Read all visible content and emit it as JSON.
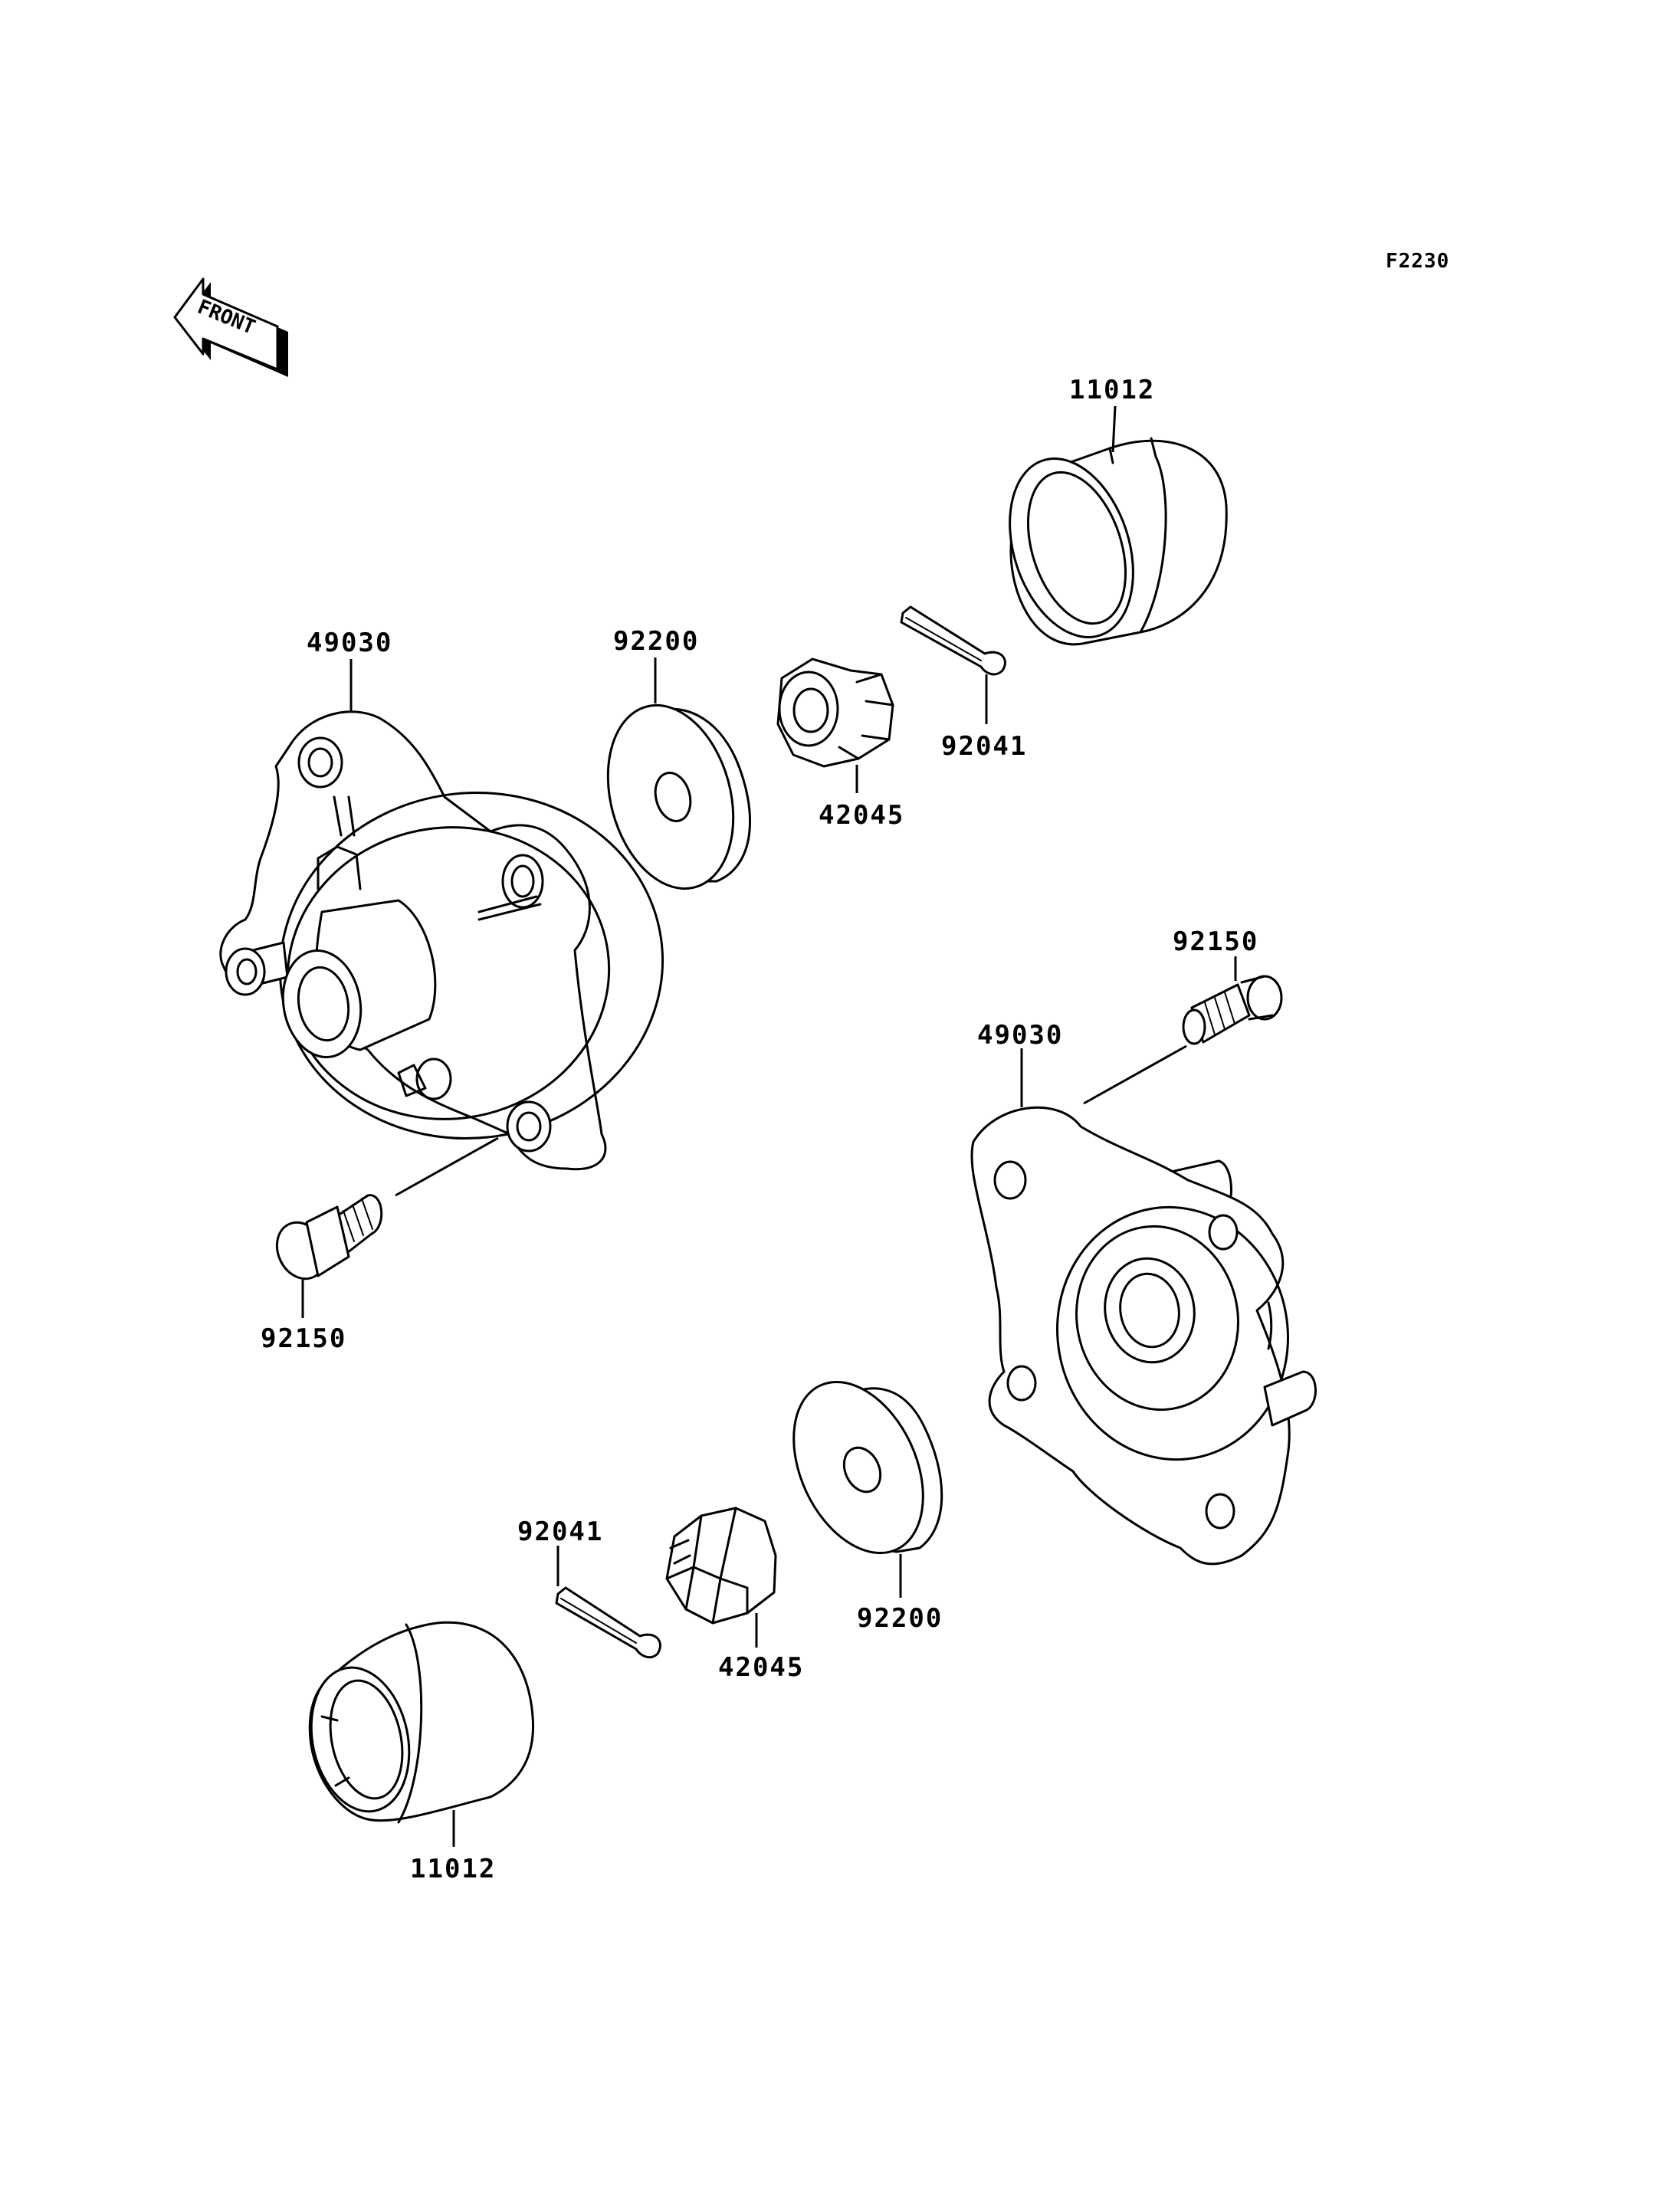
{
  "figure_id": "F2230",
  "front_indicator": {
    "text": "FRONT"
  },
  "labels": {
    "cap_top": "11012",
    "hub_left": "49030",
    "washer_top": "92200",
    "nut_top": "42045",
    "pin_top": "92041",
    "bolt_right": "92150",
    "hub_right": "49030",
    "bolt_left": "92150",
    "pin_bottom": "92041",
    "nut_bottom": "42045",
    "washer_bottom": "92200",
    "cap_bottom": "11012"
  }
}
